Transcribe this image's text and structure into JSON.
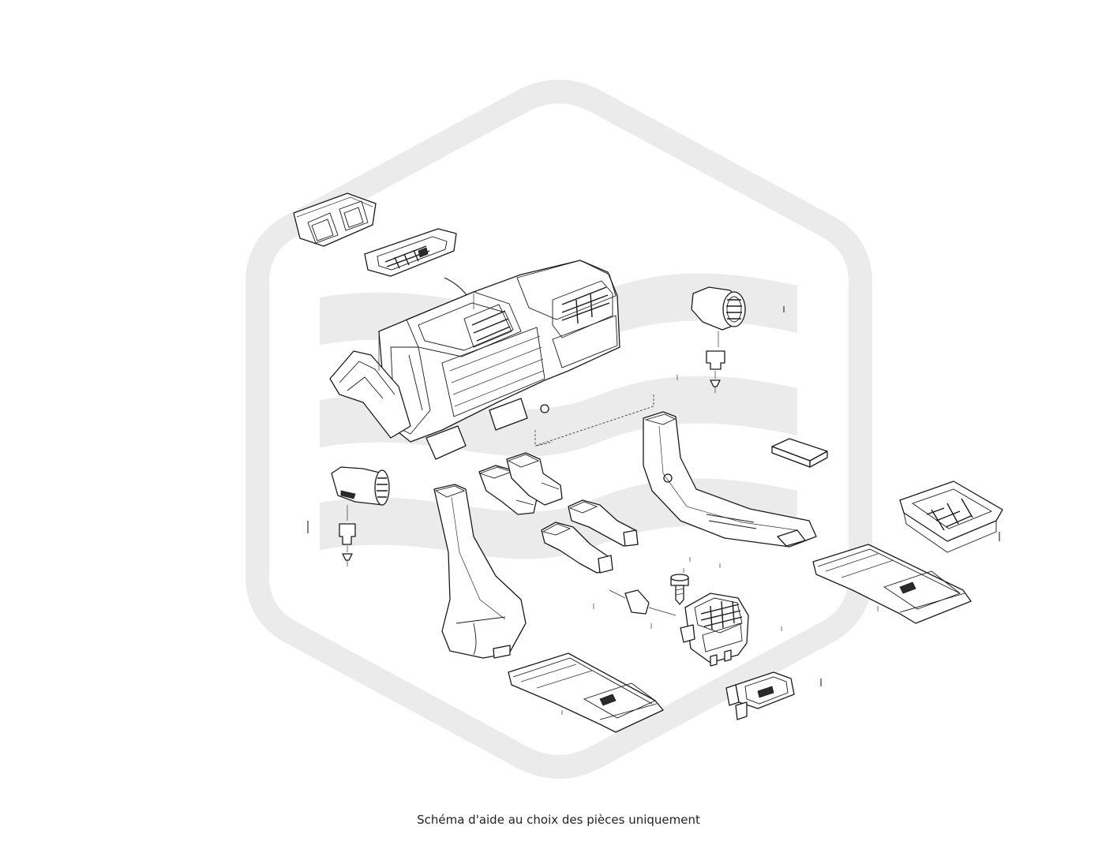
{
  "caption": "Schéma d'aide au choix des pièces uniquement",
  "colors": {
    "background": "#ffffff",
    "watermark": "#ebebeb",
    "line": "#1a1a1a"
  },
  "watermark": {
    "shape": "rounded-hexagon-with-three-stripes",
    "kind": "logo"
  },
  "parts": [
    "center-dash-vent-duct",
    "center-dash-vent-grille",
    "hvac-heater-box",
    "right-round-vent",
    "right-vent-adapter",
    "left-round-vent",
    "left-vent-adapter",
    "left-floor-duct",
    "right-floor-duct",
    "floor-duct-elbow-pair",
    "small-duct-upper",
    "small-duct-lower",
    "screw",
    "clip",
    "console-rear-vent",
    "cabin-air-filter",
    "left-rear-console-duct",
    "right-rear-console-duct",
    "rear-vent-grille",
    "small-rear-vent"
  ]
}
